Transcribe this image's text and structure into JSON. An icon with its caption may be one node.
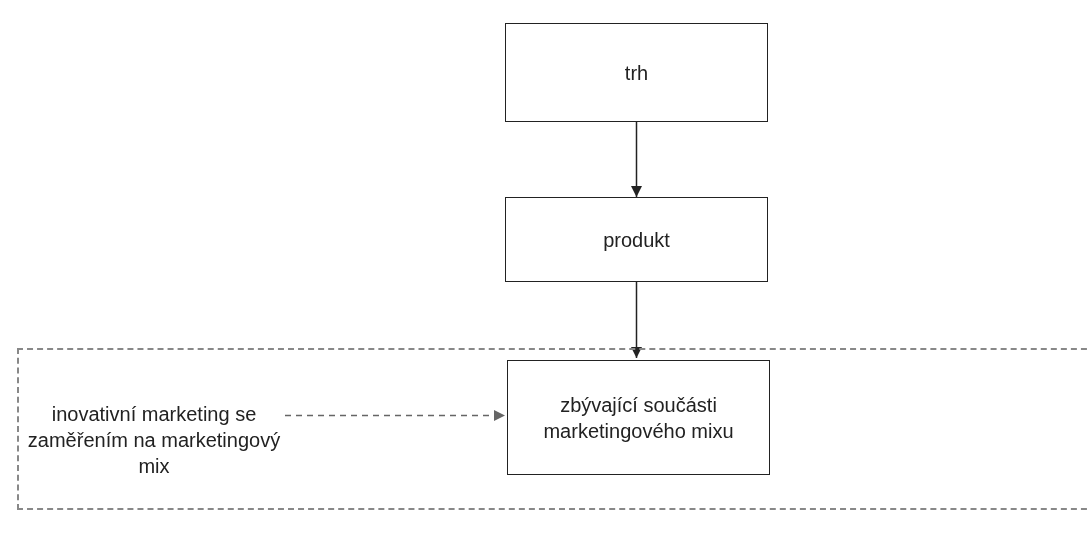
{
  "diagram": {
    "nodes": [
      {
        "text": [
          "trh"
        ]
      },
      {
        "text": [
          "produkt"
        ]
      },
      {
        "text": [],
        "shape": "box"
      },
      {
        "text": [
          "inovativní marketing se zaměřením na marketingový mix"
        ],
        "in": 2
      },
      {
        "text": [
          "zbývající součásti marketingového mixu"
        ],
        "in": 2
      }
    ],
    "edges": [
      {
        "from": 0,
        "to": 1,
        "arrow": "to"
      },
      {
        "from": 1,
        "to": 4,
        "arrow": "to"
      },
      {
        "from": 3,
        "to": 4,
        "arrow": "to",
        "style": "dashed",
        "color": "#666666"
      }
    ]
  }
}
